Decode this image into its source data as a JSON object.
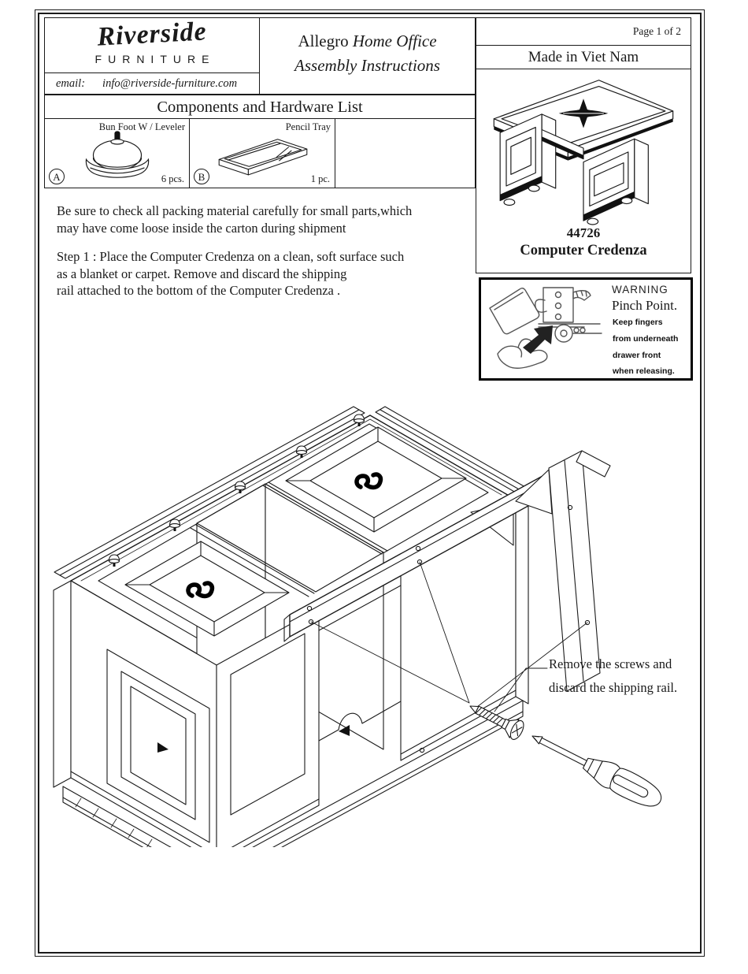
{
  "header": {
    "brand_script": "Riverside",
    "brand_sub": "FURNITURE",
    "email_label": "email:",
    "email_value": "info@riverside-furniture.com",
    "title_regular": "Allegro",
    "title_italic": "Home Office",
    "title_line2": "Assembly Instructions",
    "page_indicator": "Page 1 of 2",
    "origin": "Made in Viet Nam"
  },
  "components": {
    "banner": "Components and Hardware List",
    "items": [
      {
        "letter": "A",
        "name": "Bun Foot W / Leveler",
        "qty": "6 pcs.",
        "icon": "bun-foot-drawing"
      },
      {
        "letter": "B",
        "name": "Pencil Tray",
        "qty": "1 pc.",
        "icon": "pencil-tray-drawing"
      }
    ]
  },
  "product": {
    "model": "44726",
    "name": "Computer Credenza",
    "icon": "credenza-product-drawing"
  },
  "warning": {
    "title": "WARNING",
    "subtitle": "Pinch Point.",
    "lines": [
      "Keep fingers",
      "from underneath",
      "drawer front",
      "when releasing."
    ],
    "icon": "pinch-point-drawing"
  },
  "instructions": {
    "note": [
      "Be sure to check all packing material carefully for small parts,which",
      "may have come loose inside the carton during shipment"
    ],
    "step1": [
      "Step 1 : Place the Computer Credenza on a clean, soft surface such",
      "as a blanket or carpet. Remove and discard the shipping",
      "rail attached to the bottom of the Computer Credenza ."
    ]
  },
  "diagram": {
    "annotation": [
      "Remove the screws and",
      "discard the shipping rail."
    ],
    "icon": "flipped-credenza-shipping-rail-drawing"
  },
  "colors": {
    "ink": "#1a1a1a",
    "paper": "#ffffff",
    "warning_border": "#000000"
  }
}
